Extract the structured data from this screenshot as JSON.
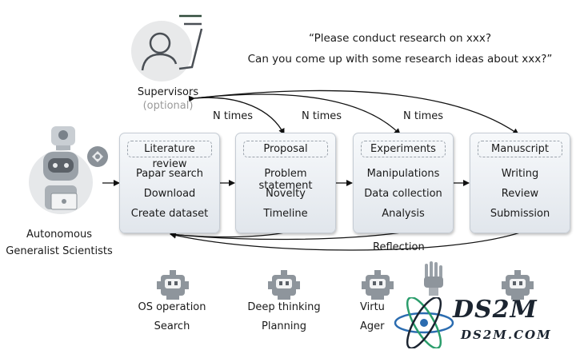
{
  "supervisor": {
    "label": "Supervisors",
    "sublabel": "(optional)"
  },
  "quote": {
    "line1": "“Please conduct research on xxx?",
    "line2": "Can you come up with some research ideas about xxx?”"
  },
  "agent": {
    "line1": "Autonomous",
    "line2": "Generalist Scientists"
  },
  "n_times_label": "N times",
  "reflection_label": "Reflection",
  "stages": [
    {
      "title": "Literature review",
      "items": [
        "Papar search",
        "Download",
        "Create dataset"
      ]
    },
    {
      "title": "Proposal",
      "items": [
        "Problem statement",
        "Novelty",
        "Timeline"
      ]
    },
    {
      "title": "Experiments",
      "items": [
        "Manipulations",
        "Data collection",
        "Analysis"
      ]
    },
    {
      "title": "Manuscript",
      "items": [
        "Writing",
        "Review",
        "Submission"
      ]
    }
  ],
  "tools": [
    {
      "line1": "OS operation",
      "line2": "Search"
    },
    {
      "line1": "Deep thinking",
      "line2": "Planning"
    },
    {
      "line1": "Virtu",
      "line2": "Ager"
    }
  ],
  "watermark": {
    "brand": "DS2M",
    "url": "DS2M.COM"
  },
  "colors": {
    "box_top": "#f7f9fb",
    "box_bottom": "#e1e6ec",
    "icon_gray": "#8e959c",
    "accent_dark": "#2f4a3a",
    "watermark_dark": "#1b2430"
  },
  "icons": [
    "supervisor-person-icon",
    "robot-scientist-icon",
    "robot-icon",
    "robot-hand-icon",
    "atom-logo-icon"
  ]
}
